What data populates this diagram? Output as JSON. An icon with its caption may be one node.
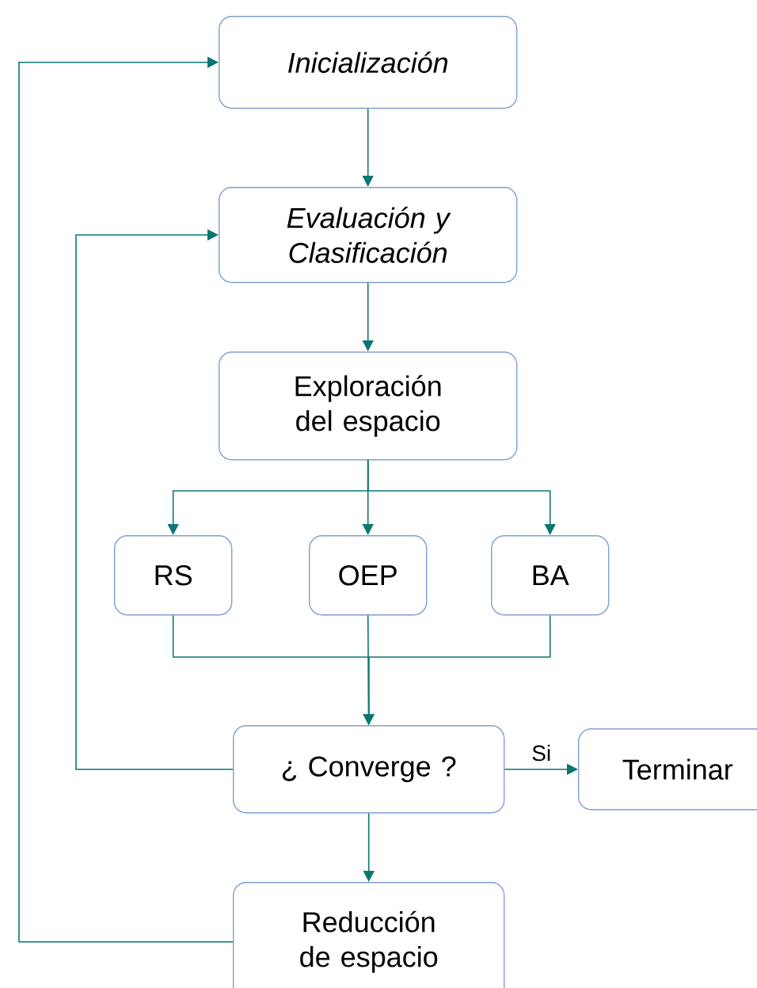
{
  "diagram": {
    "nodes": [
      {
        "text": [
          "Inicialización"
        ]
      },
      {
        "text": [
          "Evaluación y Clasificación"
        ]
      },
      {
        "text": [
          "Exploración del espacio"
        ]
      },
      {
        "text": [
          "RS"
        ]
      },
      {
        "text": [
          "OEP"
        ]
      },
      {
        "text": [
          "BA"
        ]
      },
      {
        "text": [
          "¿ Converge ?"
        ]
      },
      {
        "text": [
          "Terminar"
        ]
      },
      {
        "text": [
          "Reducción de espacio"
        ]
      }
    ],
    "edges": [
      {
        "from": 0,
        "to": 1,
        "arrow": "to"
      },
      {
        "from": 1,
        "to": 2,
        "arrow": "to"
      },
      {
        "from": 2,
        "to": 3,
        "arrow": "to"
      },
      {
        "from": 2,
        "to": 4,
        "arrow": "to"
      },
      {
        "from": 2,
        "to": 5,
        "arrow": "to"
      },
      {
        "from": 3,
        "to": 6,
        "arrow": "to"
      },
      {
        "from": 4,
        "to": 6,
        "arrow": "to"
      },
      {
        "from": 5,
        "to": 6,
        "arrow": "to"
      },
      {
        "from": 6,
        "to": 7,
        "arrow": "to",
        "label": "Si"
      },
      {
        "from": 6,
        "to": 8,
        "arrow": "to"
      },
      {
        "from": 6,
        "to": 1,
        "arrow": "to"
      },
      {
        "from": 8,
        "to": 0,
        "arrow": "to"
      }
    ]
  }
}
